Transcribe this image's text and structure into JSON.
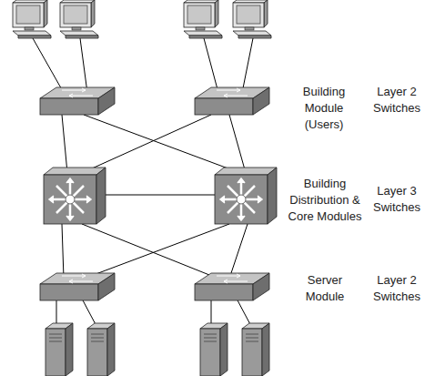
{
  "diagram": {
    "labels": [
      "Building Module (Users)",
      "Layer 2 Switches",
      "Building Distribution & Core Modules",
      "Layer 3 Switches",
      "Server Module",
      "Layer 2 Switches"
    ]
  }
}
